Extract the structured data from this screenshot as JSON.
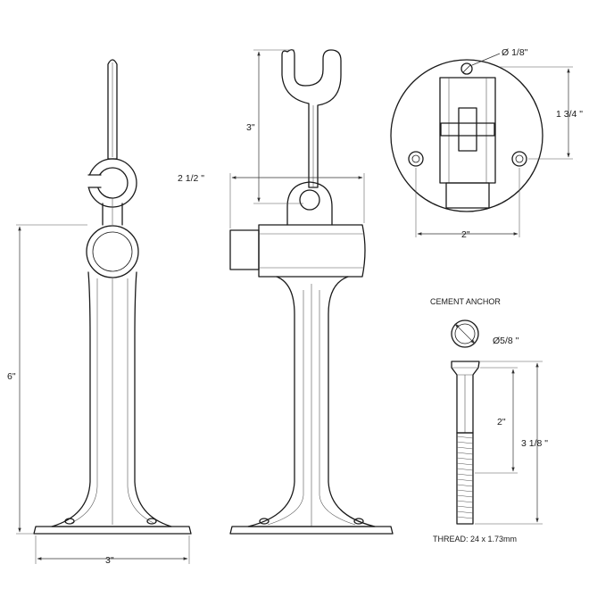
{
  "labels": {
    "height_front": "6\"",
    "base_width": "3\"",
    "hook_drop": "3\"",
    "side_depth": "2 1/2 \"",
    "screw_dia": "Ø 1/8\"",
    "plate_height": "1 3/4 \"",
    "plate_width": "2\"",
    "anchor_title": "CEMENT ANCHOR",
    "anchor_dia": "Ø5/8 \"",
    "anchor_sleeve": "2\"",
    "anchor_length": "3 1/8 \"",
    "thread": "THREAD: 24 x 1.73mm"
  }
}
